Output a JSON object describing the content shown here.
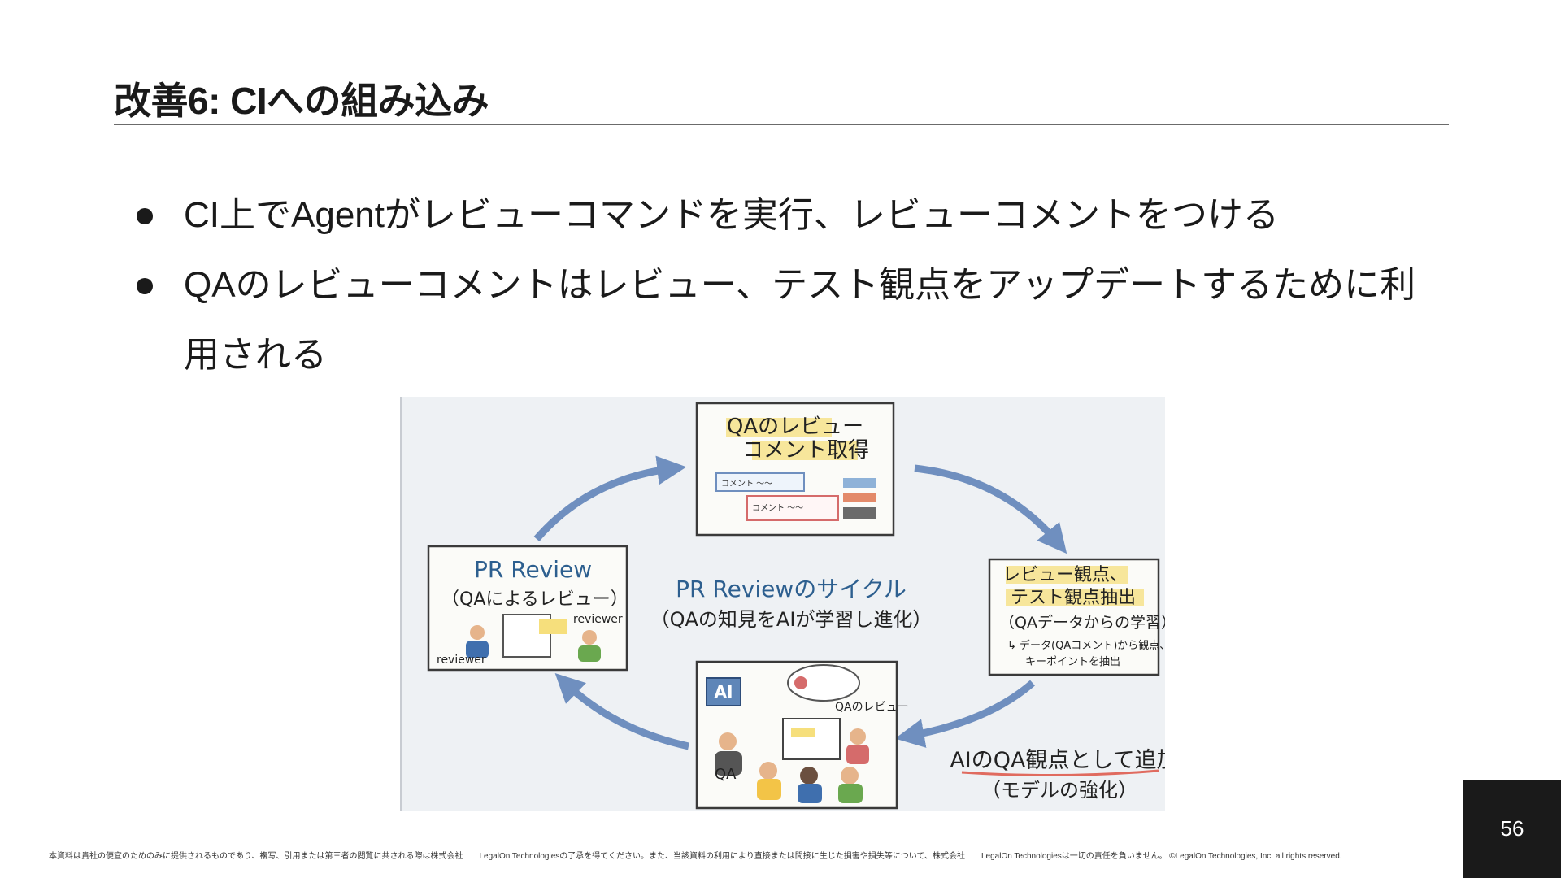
{
  "slide": {
    "title": "改善6: CIへの組み込み",
    "bullets": [
      "CI上でAgentがレビューコマンドを実行、レビューコメントをつける",
      "QAのレビューコメントはレビュー、テスト観点をアップデートするために利用される"
    ],
    "page_number": "56",
    "footer": "本資料は貴社の便宜のためのみに提供されるものであり、複写、引用または第三者の閲覧に共される際は株式会社　　LegalOn Technologiesの了承を得てください。また、当該資料の利用により直接または間接に生じた損害や損失等について、株式会社　　LegalOn Technologiesは一切の責任を負いません。 ©LegalOn Technologies, Inc. all rights reserved."
  },
  "figure": {
    "center_title": "PR Reviewのサイクル",
    "center_subtitle": "（QAの知見をAIが学習し進化）",
    "top_box": {
      "line1": "QAのレビュー",
      "line2": "コメント取得",
      "comment1": "コメント ～～",
      "comment2": "コメント ～～"
    },
    "right_box": {
      "line1": "レビュー観点、",
      "line2": "テスト観点抽出",
      "sub": "（QAデータからの学習）",
      "note1": "↳ データ(QAコメント)から観点、",
      "note2": "キーポイントを抽出"
    },
    "left_box": {
      "line1": "PR Review",
      "line2": "（QAによるレビュー）",
      "reviewer_a": "reviewer",
      "reviewer_b": "reviewer"
    },
    "bottom_box": {
      "ai_chip": "AI",
      "qa_label": "QA",
      "bubble_label": "QAのレビュー"
    },
    "bottom_right": {
      "line1": "AIのQA観点として追加",
      "line2": "（モデルの強化）"
    },
    "colors": {
      "accent_yellow": "#f6df7c",
      "arrow_blue": "#6f8fbf",
      "box_border": "#3a3a3a",
      "red_underline": "#e06b5f"
    }
  }
}
